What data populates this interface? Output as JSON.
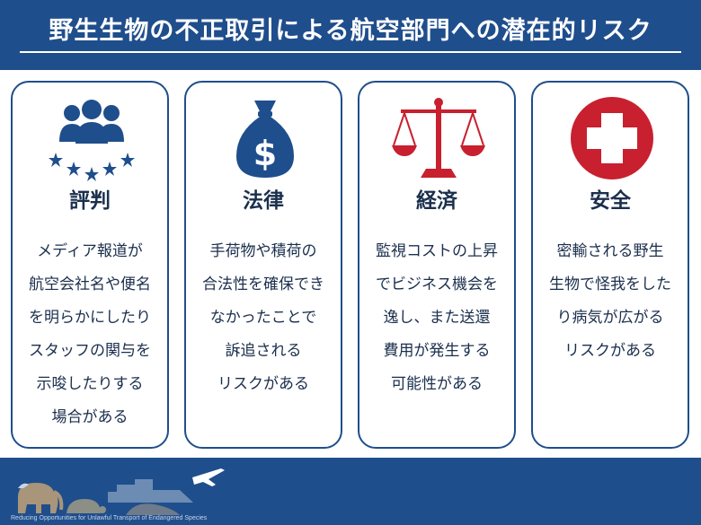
{
  "header": {
    "title": "野生生物の不正取引による航空部門への潜在的リスク"
  },
  "colors": {
    "navy": "#1f4e8c",
    "red": "#c8202f",
    "text": "#1b2f4d"
  },
  "cards": [
    {
      "icon": "people-stars-icon",
      "title": "評判",
      "body": "メディア報道が\n航空会社名や便名\nを明らかにしたり\nスタッフの関与を\n示唆したりする\n場合がある"
    },
    {
      "icon": "money-bag-icon",
      "title": "法律",
      "body": "手荷物や積荷の\n合法性を確保でき\nなかったことで\n訴追される\nリスクがある"
    },
    {
      "icon": "scales-icon",
      "title": "経済",
      "body": "監視コストの上昇\nでビジネス機会を\n逸し、また送還\n費用が発生する\n可能性がある"
    },
    {
      "icon": "medical-cross-icon",
      "title": "安全",
      "body": "密輸される野生\n生物で怪我をした\nり病気が広がる\nリスクがある"
    }
  ],
  "footer": {
    "caption": "Reducing Opportunities for Unlawful Transport of Endangered Species"
  }
}
